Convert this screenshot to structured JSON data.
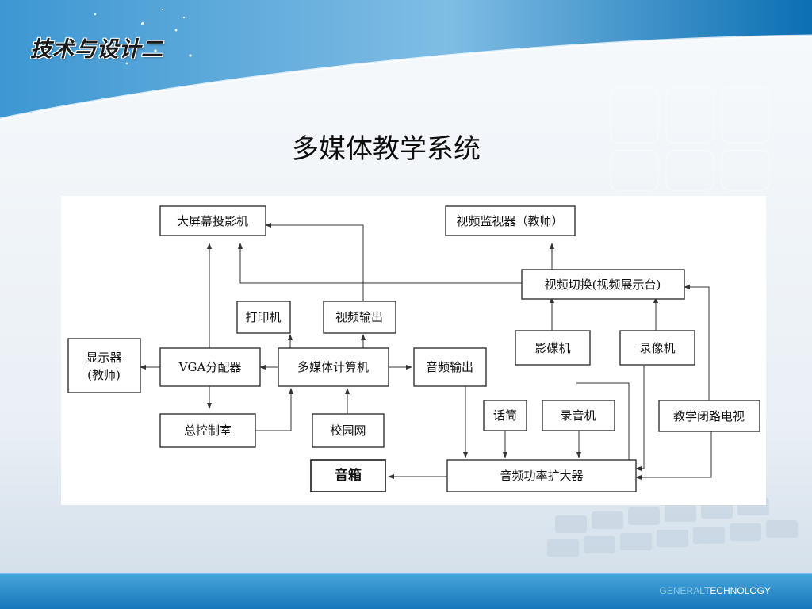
{
  "course_title": "技术与设计二",
  "slide_title": "多媒体教学系统",
  "footer": {
    "word1": "GENERAL",
    "word2": "TECHNOLOGY"
  },
  "diagram": {
    "nodes": {
      "projector": "大屏幕投影机",
      "video_monitor": "视频监视器（教师）",
      "video_switch": "视频切换(视频展示台)",
      "printer": "打印机",
      "video_out": "视频输出",
      "display_line1": "显示器",
      "display_line2": "(教师)",
      "vga": "VGA分配器",
      "computer": "多媒体计算机",
      "audio_out": "音频输出",
      "dvd": "影碟机",
      "vcr": "录像机",
      "control_room": "总控制室",
      "campus_net": "校园网",
      "microphone": "话筒",
      "recorder": "录音机",
      "cctv": "教学闭路电视",
      "speaker": "音箱",
      "amplifier": "音频功率扩大器"
    }
  },
  "colors": {
    "header_blue": "#3a93cf",
    "footer_blue": "#1f87c6",
    "stroke": "#333333"
  }
}
